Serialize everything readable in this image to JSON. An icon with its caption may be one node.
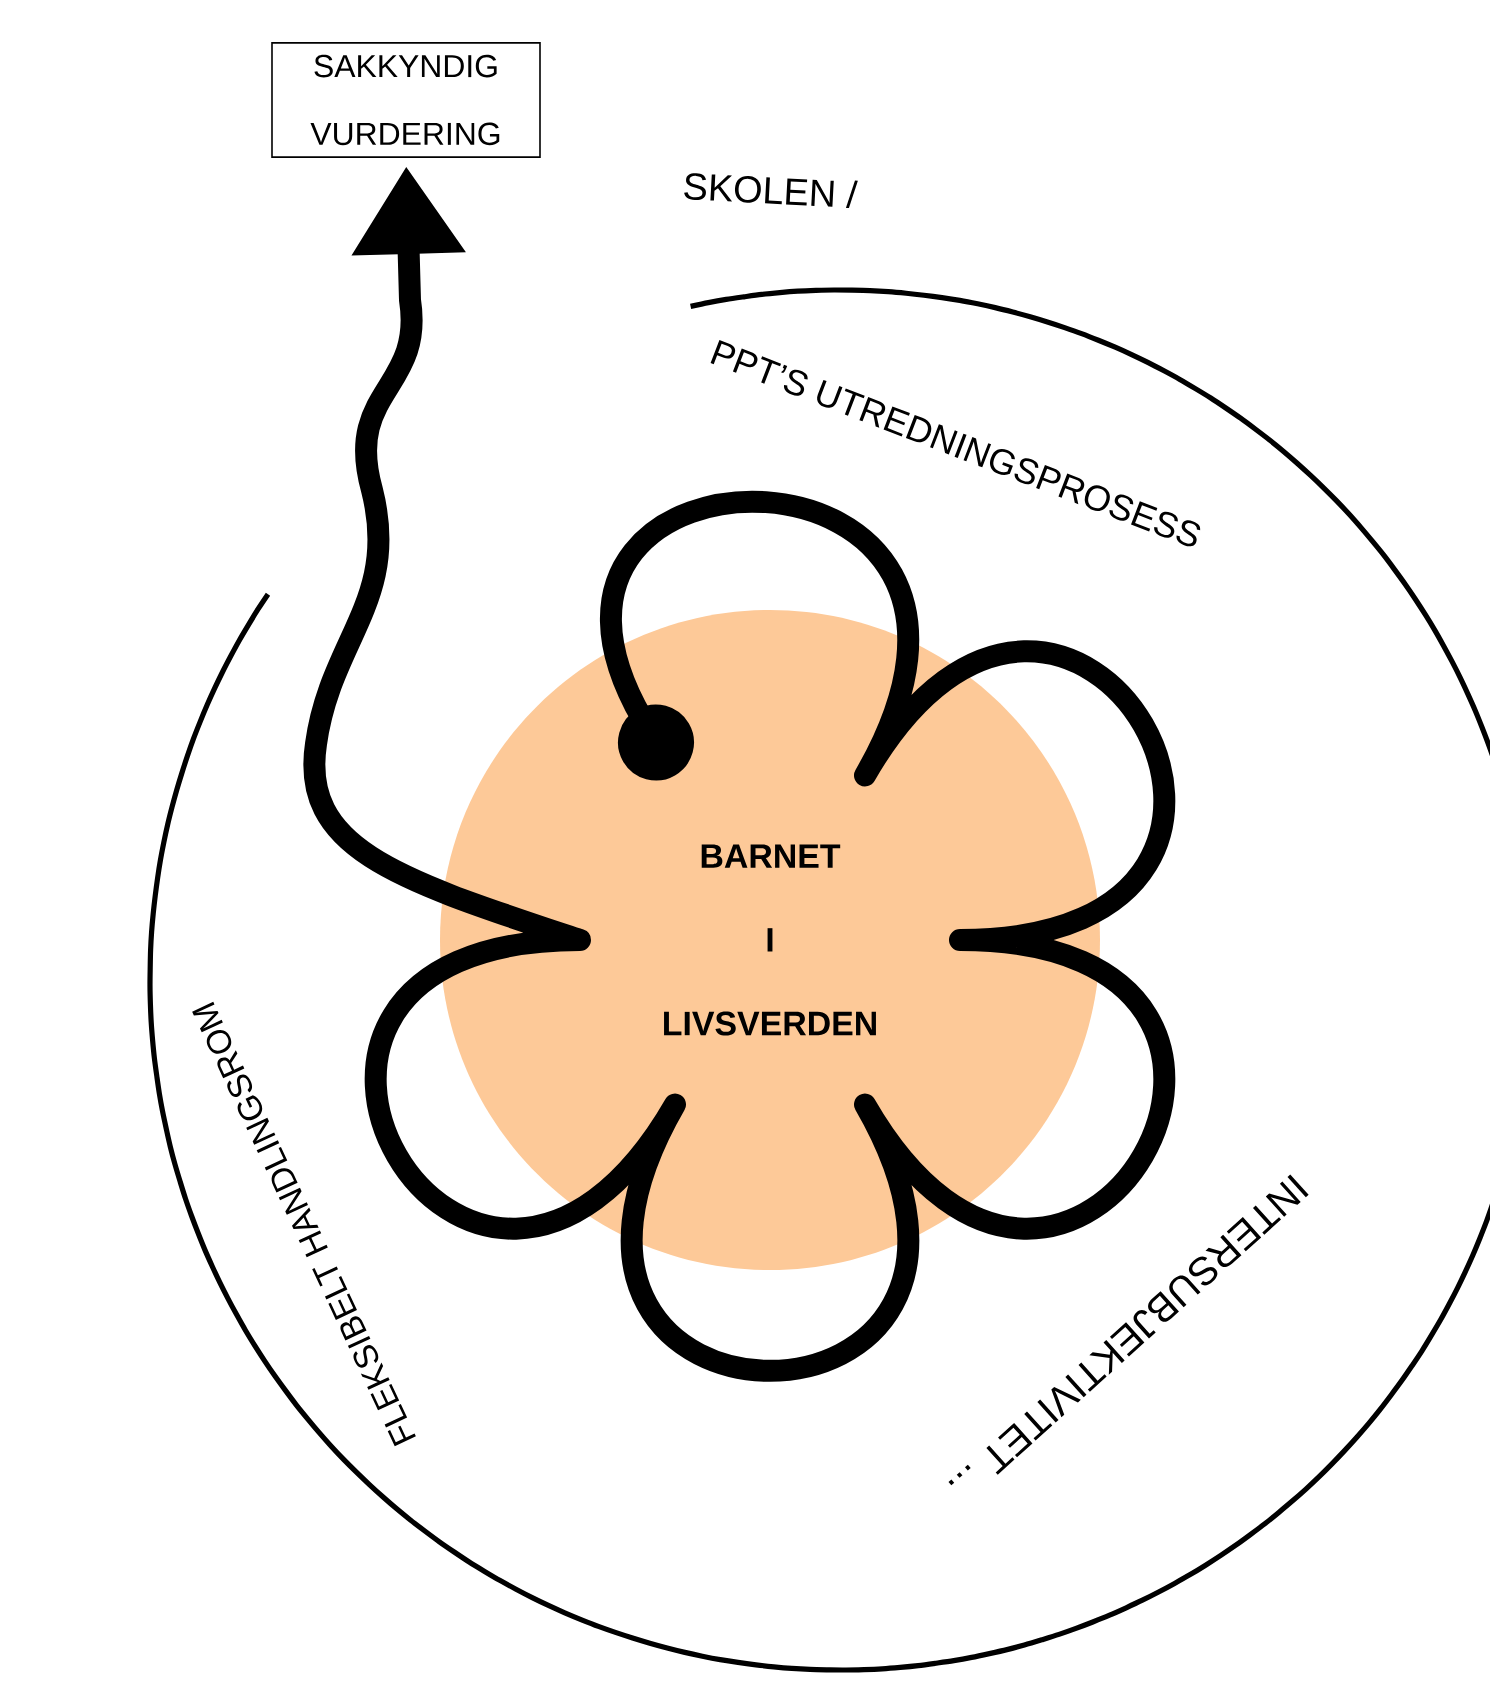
{
  "diagram": {
    "nodes": [
      {
        "text": [
          "SAKKYNDIG VURDERING"
        ]
      },
      {
        "text": [
          "BARNET I LIVSVERDEN"
        ]
      }
    ],
    "edges": [
      {
        "from": 1,
        "to": 0,
        "arrow": "to"
      }
    ],
    "labels": [
      "SKOLEN /",
      "PPT’S UTREDNINGSPROSESS",
      "INTERSUBJEKTIVITET ...",
      "FLEKSIBELT HANDLINGSROM"
    ]
  }
}
